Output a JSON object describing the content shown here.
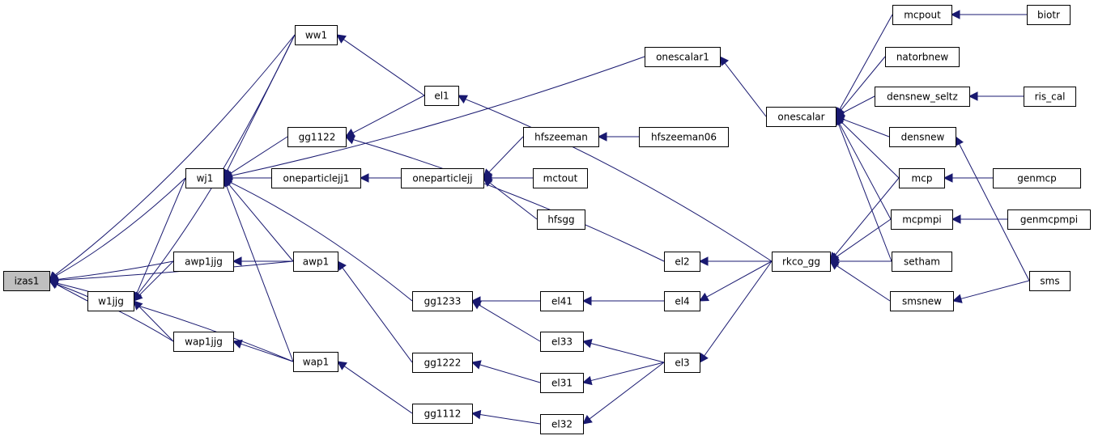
{
  "colors": {
    "edge": "#191970",
    "root_fill": "#bfbfbf",
    "node_fill": "#ffffff",
    "border": "#000000"
  },
  "nodes": [
    {
      "id": "izas1",
      "label": "izas1"
    },
    {
      "id": "ww1",
      "label": "ww1"
    },
    {
      "id": "wj1",
      "label": "wj1"
    },
    {
      "id": "awp1jjg",
      "label": "awp1jjg"
    },
    {
      "id": "w1jjg",
      "label": "w1jjg"
    },
    {
      "id": "wap1jjg",
      "label": "wap1jjg"
    },
    {
      "id": "awp1",
      "label": "awp1"
    },
    {
      "id": "wap1",
      "label": "wap1"
    },
    {
      "id": "gg1122",
      "label": "gg1122"
    },
    {
      "id": "oneparticlejj1",
      "label": "oneparticlejj1"
    },
    {
      "id": "gg1233",
      "label": "gg1233"
    },
    {
      "id": "gg1222",
      "label": "gg1222"
    },
    {
      "id": "gg1112",
      "label": "gg1112"
    },
    {
      "id": "el1",
      "label": "el1"
    },
    {
      "id": "onescalar1",
      "label": "onescalar1"
    },
    {
      "id": "oneparticlejj",
      "label": "oneparticlejj"
    },
    {
      "id": "hfszeeman",
      "label": "hfszeeman"
    },
    {
      "id": "mctout",
      "label": "mctout"
    },
    {
      "id": "hfsgg",
      "label": "hfsgg"
    },
    {
      "id": "el41",
      "label": "el41"
    },
    {
      "id": "el33",
      "label": "el33"
    },
    {
      "id": "el31",
      "label": "el31"
    },
    {
      "id": "el32",
      "label": "el32"
    },
    {
      "id": "hfszeeman06",
      "label": "hfszeeman06"
    },
    {
      "id": "el2",
      "label": "el2"
    },
    {
      "id": "el4",
      "label": "el4"
    },
    {
      "id": "el3",
      "label": "el3"
    },
    {
      "id": "onescalar",
      "label": "onescalar"
    },
    {
      "id": "rkco_gg",
      "label": "rkco_gg"
    },
    {
      "id": "mcpout",
      "label": "mcpout"
    },
    {
      "id": "natorbnew",
      "label": "natorbnew"
    },
    {
      "id": "densnew_seltz",
      "label": "densnew_seltz"
    },
    {
      "id": "densnew",
      "label": "densnew"
    },
    {
      "id": "mcp",
      "label": "mcp"
    },
    {
      "id": "mcpmpi",
      "label": "mcpmpi"
    },
    {
      "id": "setham",
      "label": "setham"
    },
    {
      "id": "smsnew",
      "label": "smsnew"
    },
    {
      "id": "biotr",
      "label": "biotr"
    },
    {
      "id": "ris_cal",
      "label": "ris_cal"
    },
    {
      "id": "genmcp",
      "label": "genmcp"
    },
    {
      "id": "genmcpmpi",
      "label": "genmcpmpi"
    },
    {
      "id": "sms",
      "label": "sms"
    }
  ],
  "edges": [
    {
      "from": "ww1",
      "to": "izas1"
    },
    {
      "from": "wj1",
      "to": "izas1"
    },
    {
      "from": "awp1jjg",
      "to": "izas1"
    },
    {
      "from": "w1jjg",
      "to": "izas1"
    },
    {
      "from": "wap1jjg",
      "to": "izas1"
    },
    {
      "from": "awp1",
      "to": "izas1"
    },
    {
      "from": "wap1",
      "to": "izas1"
    },
    {
      "from": "ww1",
      "to": "wj1"
    },
    {
      "from": "ww1",
      "to": "w1jjg"
    },
    {
      "from": "el1",
      "to": "ww1"
    },
    {
      "from": "onescalar1",
      "to": "wj1"
    },
    {
      "from": "gg1122",
      "to": "wj1"
    },
    {
      "from": "oneparticlejj1",
      "to": "wj1"
    },
    {
      "from": "gg1233",
      "to": "wj1"
    },
    {
      "from": "awp1",
      "to": "wj1"
    },
    {
      "from": "wap1",
      "to": "wj1"
    },
    {
      "from": "wj1",
      "to": "w1jjg"
    },
    {
      "from": "awp1jjg",
      "to": "w1jjg"
    },
    {
      "from": "wap1jjg",
      "to": "w1jjg"
    },
    {
      "from": "awp1",
      "to": "awp1jjg"
    },
    {
      "from": "wap1",
      "to": "wap1jjg"
    },
    {
      "from": "gg1222",
      "to": "awp1"
    },
    {
      "from": "gg1112",
      "to": "wap1"
    },
    {
      "from": "el1",
      "to": "gg1122"
    },
    {
      "from": "el2",
      "to": "gg1122"
    },
    {
      "from": "oneparticlejj",
      "to": "oneparticlejj1"
    },
    {
      "from": "hfszeeman",
      "to": "oneparticlejj"
    },
    {
      "from": "mctout",
      "to": "oneparticlejj"
    },
    {
      "from": "hfsgg",
      "to": "oneparticlejj"
    },
    {
      "from": "hfszeeman06",
      "to": "hfszeeman"
    },
    {
      "from": "el41",
      "to": "gg1233"
    },
    {
      "from": "el33",
      "to": "gg1233"
    },
    {
      "from": "el31",
      "to": "gg1222"
    },
    {
      "from": "el32",
      "to": "gg1112"
    },
    {
      "from": "el4",
      "to": "el41"
    },
    {
      "from": "el3",
      "to": "el33"
    },
    {
      "from": "el3",
      "to": "el31"
    },
    {
      "from": "el3",
      "to": "el32"
    },
    {
      "from": "rkco_gg",
      "to": "el1"
    },
    {
      "from": "rkco_gg",
      "to": "el2"
    },
    {
      "from": "rkco_gg",
      "to": "el4"
    },
    {
      "from": "rkco_gg",
      "to": "el3"
    },
    {
      "from": "onescalar",
      "to": "onescalar1"
    },
    {
      "from": "mcpout",
      "to": "onescalar"
    },
    {
      "from": "natorbnew",
      "to": "onescalar"
    },
    {
      "from": "densnew_seltz",
      "to": "onescalar"
    },
    {
      "from": "densnew",
      "to": "onescalar"
    },
    {
      "from": "mcp",
      "to": "onescalar"
    },
    {
      "from": "mcpmpi",
      "to": "onescalar"
    },
    {
      "from": "setham",
      "to": "onescalar"
    },
    {
      "from": "mcp",
      "to": "rkco_gg"
    },
    {
      "from": "mcpmpi",
      "to": "rkco_gg"
    },
    {
      "from": "setham",
      "to": "rkco_gg"
    },
    {
      "from": "smsnew",
      "to": "rkco_gg"
    },
    {
      "from": "biotr",
      "to": "mcpout"
    },
    {
      "from": "ris_cal",
      "to": "densnew_seltz"
    },
    {
      "from": "sms",
      "to": "densnew"
    },
    {
      "from": "genmcp",
      "to": "mcp"
    },
    {
      "from": "genmcpmpi",
      "to": "mcpmpi"
    },
    {
      "from": "sms",
      "to": "smsnew"
    }
  ]
}
